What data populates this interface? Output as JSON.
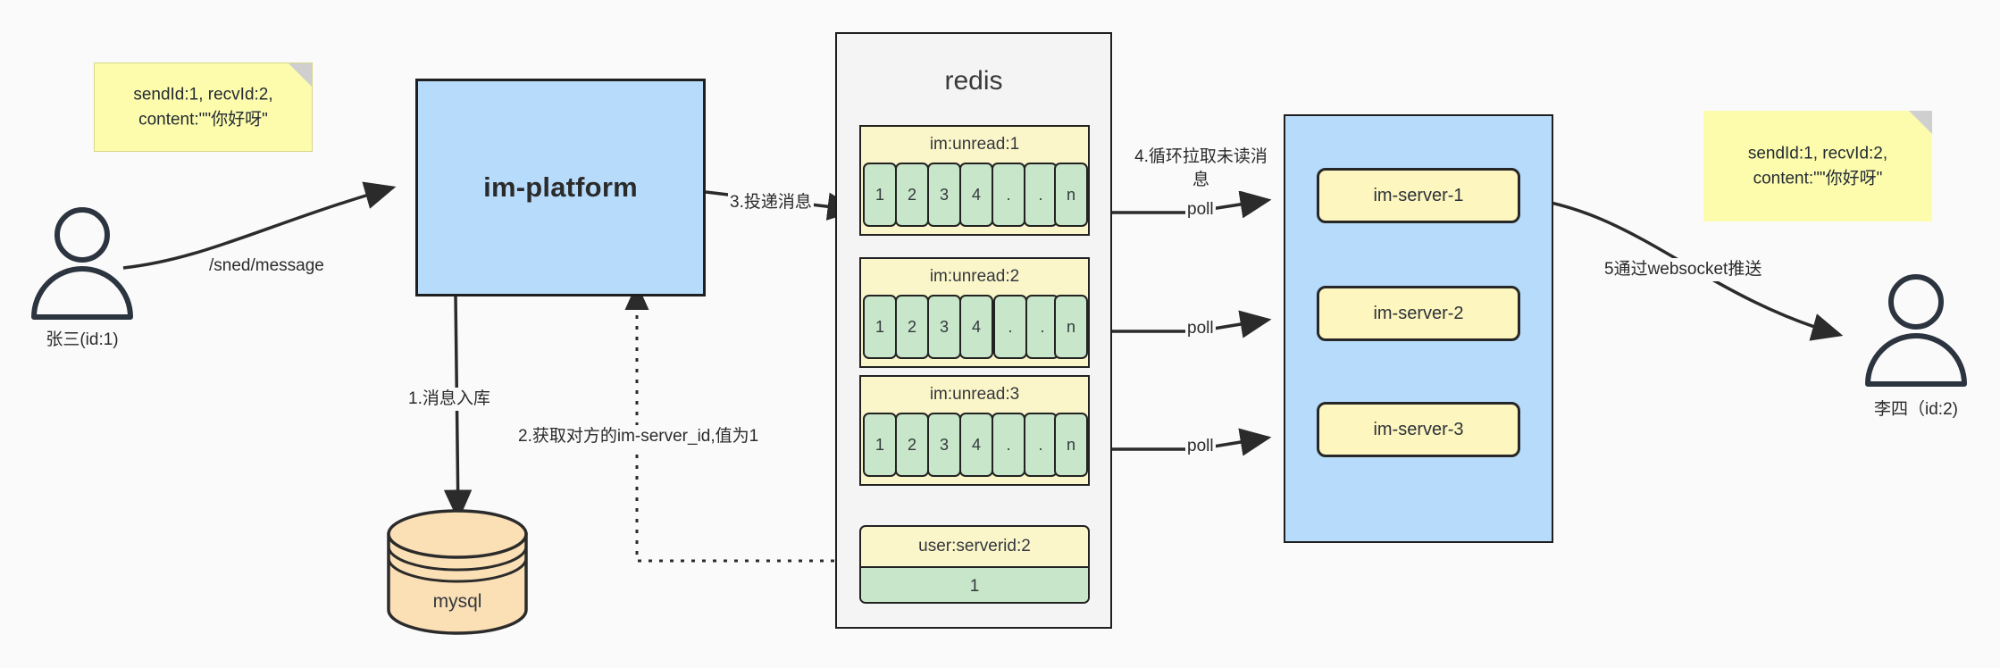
{
  "diagram": {
    "title": "IM message delivery flow",
    "colors": {
      "note_fill": "#fcfcac",
      "blue_fill": "#b7dcfb",
      "green_cell": "#c8e6c9",
      "yellow_cell": "#fbf6c9",
      "db_fill": "#fbdfb5",
      "stroke": "#222222",
      "canvas": "#fafafa"
    }
  },
  "notes": {
    "left": "sendId:1,\nrecvId:2,\ncontent:\"\"你好呀\"",
    "right": "sendId:1,\nrecvId:2,\ncontent:\"\"你好呀\""
  },
  "actors": {
    "sender": {
      "name": "张三(id:1)",
      "icon": "user-icon"
    },
    "receiver": {
      "name": "李四（id:2)",
      "icon": "user-icon"
    }
  },
  "nodes": {
    "platform": "im-platform",
    "database": "mysql",
    "redis_title": "redis"
  },
  "redis": {
    "queues": [
      {
        "key": "im:unread:1",
        "cells": [
          "1",
          "2",
          "3",
          "4",
          ".",
          ".",
          "n"
        ]
      },
      {
        "key": "im:unread:2",
        "cells": [
          "1",
          "2",
          "3",
          "4",
          ".",
          ".",
          "n"
        ]
      },
      {
        "key": "im:unread:3",
        "cells": [
          "1",
          "2",
          "3",
          "4",
          ".",
          ".",
          "n"
        ]
      }
    ],
    "kv": {
      "key": "user:serverid:2",
      "value": "1"
    }
  },
  "servers": [
    {
      "label": "im-server-1"
    },
    {
      "label": "im-server-2"
    },
    {
      "label": "im-server-3"
    }
  ],
  "edges": {
    "send_message": "/sned/message",
    "step1": "1.消息入库",
    "step2": "2.获取对方的im-server_id,值为1",
    "step3": "3.投递消息",
    "step4": "4.循环拉取未读消\n息",
    "step5": "5通过websocket推送",
    "poll1": "poll",
    "poll2": "poll",
    "poll3": "poll"
  }
}
